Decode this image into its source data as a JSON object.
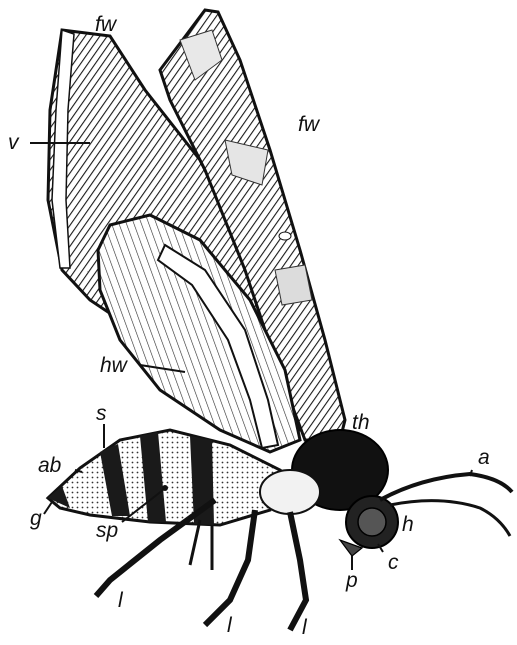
{
  "figure": {
    "labels": {
      "fw_top": "fw",
      "fw_right": "fw",
      "v": "v",
      "hw": "hw",
      "th": "th",
      "s": "s",
      "ab": "ab",
      "g": "g",
      "sp": "sp",
      "a": "a",
      "h": "h",
      "c": "c",
      "p": "p",
      "l_left": "l",
      "l_middle": "l",
      "l_right": "l"
    },
    "colors": {
      "ink": "#111111",
      "wing_dark": "#2a2a2a",
      "wing_mid": "#6e6e6e",
      "wing_light": "#d9d9d9",
      "paper": "#ffffff"
    }
  }
}
